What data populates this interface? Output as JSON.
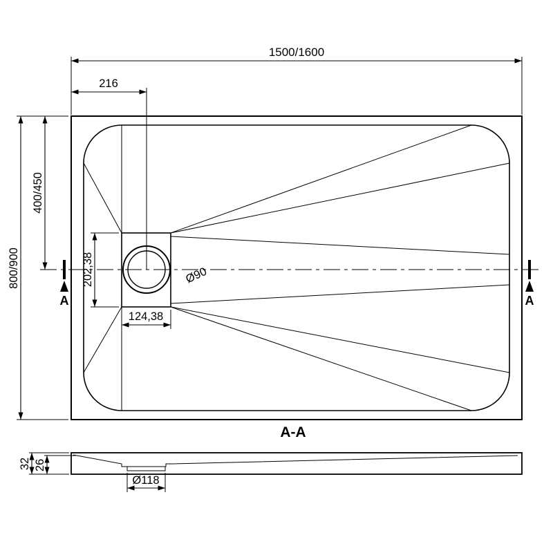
{
  "colors": {
    "ink": "#000000",
    "background": "#ffffff"
  },
  "top_view": {
    "dim_width": "1500/1600",
    "dim_drain_offset_x": "216",
    "dim_center_y": "400/450",
    "dim_height": "800/900",
    "dim_drain_plate_height": "202,38",
    "dim_drain_plate_width": "124,38",
    "drain_diameter_label": "Ø90",
    "section_marker_left": "A",
    "section_marker_right": "A"
  },
  "section_view": {
    "title": "A-A",
    "dim_total_height": "32",
    "dim_inner_height": "26",
    "drain_hole_label": "Ø118"
  }
}
